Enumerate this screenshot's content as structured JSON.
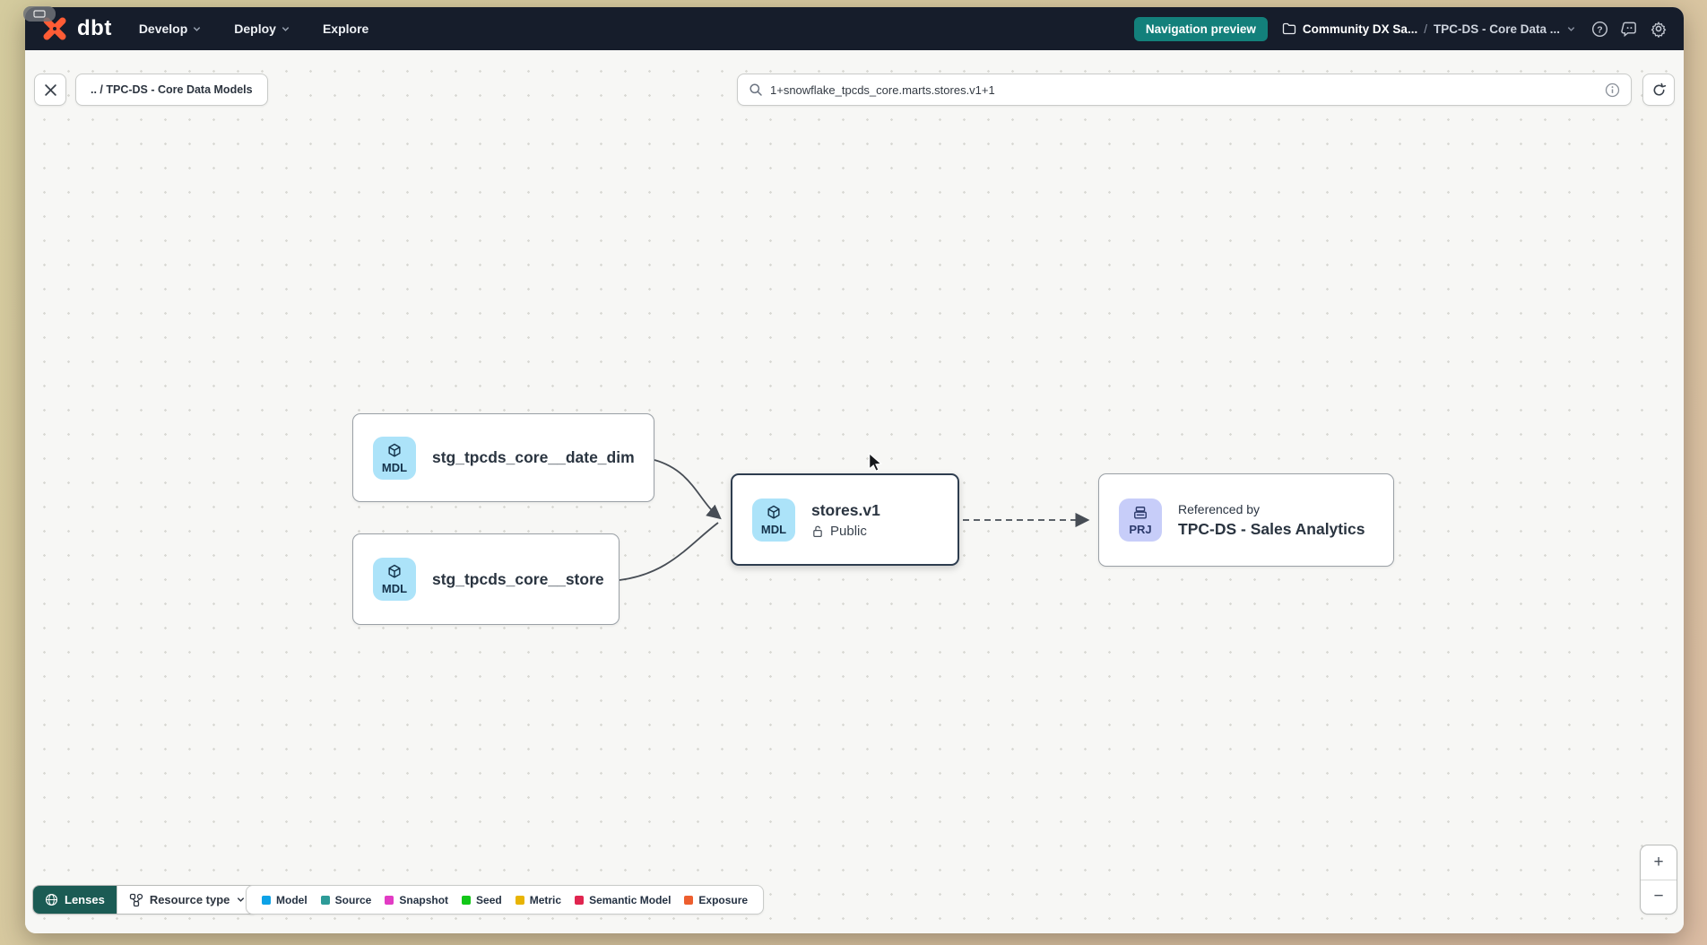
{
  "navbar": {
    "logo_text": "dbt",
    "menus": [
      {
        "label": "Develop"
      },
      {
        "label": "Deploy"
      },
      {
        "label": "Explore"
      }
    ],
    "preview_badge": "Navigation preview",
    "breadcrumb": {
      "account": "Community DX Sa...",
      "separator": "/",
      "project": "TPC-DS - Core Data ..."
    }
  },
  "toolbar": {
    "breadcrumb": ".. / TPC-DS - Core Data Models",
    "search_value": "1+snowflake_tpcds_core.marts.stores.v1+1"
  },
  "graph": {
    "nodes": [
      {
        "badge": "MDL",
        "label": "stg_tpcds_core__date_dim"
      },
      {
        "badge": "MDL",
        "label": "stg_tpcds_core__store"
      },
      {
        "badge": "MDL",
        "label": "stores.v1",
        "access": "Public"
      },
      {
        "badge": "PRJ",
        "title": "Referenced by",
        "label": "TPC-DS - Sales Analytics"
      }
    ]
  },
  "footer": {
    "lenses_label": "Lenses",
    "resource_type_label": "Resource type",
    "legend": [
      {
        "label": "Model",
        "color": "#0da2e7"
      },
      {
        "label": "Source",
        "color": "#2d9b98"
      },
      {
        "label": "Snapshot",
        "color": "#e23bc4"
      },
      {
        "label": "Seed",
        "color": "#12c718"
      },
      {
        "label": "Metric",
        "color": "#e8b404"
      },
      {
        "label": "Semantic Model",
        "color": "#e0254f"
      },
      {
        "label": "Exposure",
        "color": "#ed5e2e"
      }
    ]
  },
  "zoom_controls": {
    "zoom_in": "+",
    "zoom_out": "−"
  },
  "colors": {
    "badge_teal": "#13807b",
    "lenses_teal": "#1b5b54",
    "model_icon_bg": "#ace3f9",
    "project_icon_bg": "#c7cdf9",
    "navbar_bg": "#161d2b",
    "selected_border": "#2e3d4f"
  }
}
